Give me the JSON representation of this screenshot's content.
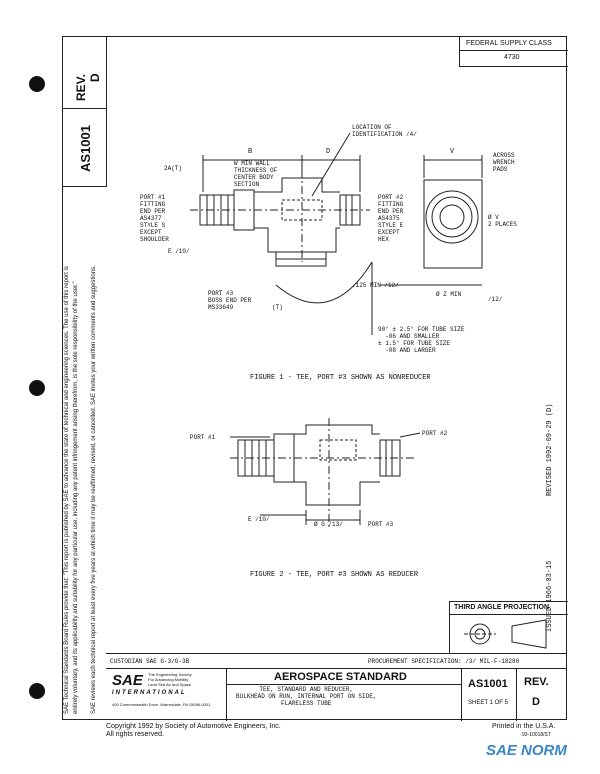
{
  "header": {
    "doc_number": "AS1001",
    "rev_label": "REV.",
    "rev_value": "D",
    "federal_supply_class_label": "FEDERAL SUPPLY CLASS",
    "federal_supply_class_value": "4730"
  },
  "figure1": {
    "caption": "FIGURE 1 - TEE, PORT #3 SHOWN AS NONREDUCER",
    "labels": {
      "location_id": "LOCATION OF\nIDENTIFICATION /4/",
      "dim_b": "B",
      "dim_d": "D",
      "dim_v": "V",
      "a_t": "2A(T)",
      "w_min_wall": "W MIN WALL\nTHICKNESS OF\nCENTER BODY\nSECTION",
      "port1": "PORT #1\nFITTING\nEND PER\nAS4377\nSTYLE S\nEXCEPT\nSHOULDER",
      "port2": "PORT #2\nFITTING\nEND PER\nAS4375\nSTYLE E\nEXCEPT\nHEX",
      "e10": "E /10/",
      "port3": "PORT #3\nBOSS END PER\nMS33649",
      "t_label": "(T)",
      "min125": ".125 MIN /12/",
      "across_pads": "ACROSS\nWRENCH\nPADS",
      "dv_places": "Ø V\n2 PLACES",
      "z_min": "Ø Z MIN",
      "twelve": "/12/",
      "ninety_note": "90° ± 2.5° FOR TUBE SIZE\n  -06 AND SMALLER\n± 1.5° FOR TUBE SIZE\n  -08 AND LARGER"
    }
  },
  "figure2": {
    "caption": "FIGURE 2 - TEE, PORT #3 SHOWN AS REDUCER",
    "labels": {
      "port1": "PORT #1",
      "port2": "PORT #2",
      "e10": "E /10/",
      "g13": "Ø G /13/",
      "port3": "PORT #3"
    }
  },
  "dates": {
    "issued": "ISSUED   1966-03-15",
    "revised": "REVISED   1992-09-29   (D)"
  },
  "projection": {
    "label": "THIRD ANGLE PROJECTION"
  },
  "title_block": {
    "custodian": "CUSTODIAN   SAE G-3/G-3B",
    "procurement": "PROCUREMENT SPECIFICATION:   /3/   MIL-F-18280",
    "org_logo": "SAE",
    "org_tagline": "The Engineering Society\nFor Advancing Mobility\nLand Sea Air and Space",
    "org_intl": "INTERNATIONAL",
    "org_address": "400 Commonwealth Drive, Warrendale, PA 15096-0001",
    "standard_type": "AEROSPACE STANDARD",
    "title": "TEE, STANDARD AND REDUCER,\nBULKHEAD ON RUN, INTERNAL PORT ON SIDE,\nFLARELESS TUBE",
    "doc_number": "AS1001",
    "sheet": "SHEET 1 OF 5",
    "rev_label": "REV.",
    "rev_value": "D"
  },
  "side_notice": {
    "line1": "SAE Technical Standards Board Rules provide that: \"This report is published by SAE to advance the state of technical and engineering sciences. The use of this report is",
    "line2": "entirely voluntary, and its applicability and suitability for any particular use, including any patent infringement arising therefrom, is the sole responsibility of the user.\"",
    "line3": "SAE reviews each technical report at least every five years at which time it may be reaffirmed, revised, or cancelled. SAE invites your written comments and suggestions."
  },
  "footer": {
    "copyright": "Copyright 1992  by Society of Automotive Engineers, Inc.",
    "rights": "All rights reserved.",
    "printed": "Printed in the U.S.A.",
    "code": "93-10018/ST",
    "norm_logo": "SAE NORM"
  }
}
